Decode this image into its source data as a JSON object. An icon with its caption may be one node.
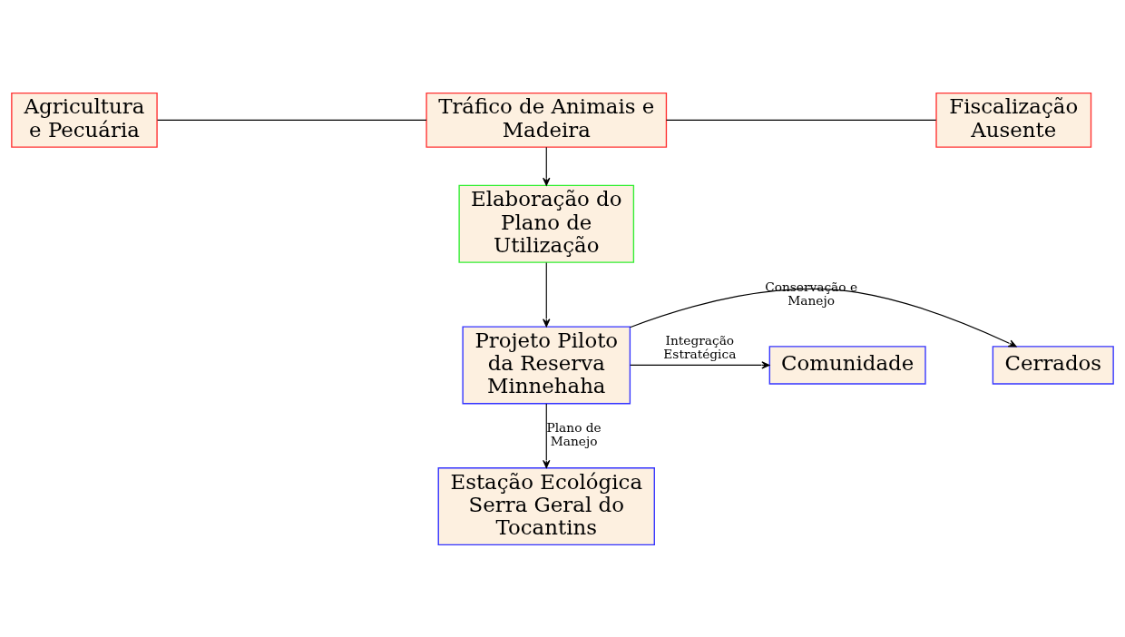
{
  "diagram": {
    "nodes": [
      {
        "text": [
          "Agricultura e Pecuária"
        ]
      },
      {
        "text": [
          "Tráfico de Animais e Madeira"
        ]
      },
      {
        "text": [
          "Fiscalização Ausente"
        ]
      },
      {
        "text": [
          "Elaboração do Plano de Utilização"
        ]
      },
      {
        "text": [
          "Cerrados"
        ]
      },
      {
        "text": [
          "Projeto Piloto da Reserva Minnehaha"
        ]
      },
      {
        "text": [
          "Comunidade"
        ]
      },
      {
        "text": [
          "Estação Ecológica Serra Geral do Tocantins"
        ]
      }
    ],
    "edges": [
      {
        "from": 0,
        "to": 1,
        "arrow": "none"
      },
      {
        "from": 1,
        "to": 2,
        "arrow": "none"
      },
      {
        "from": 1,
        "to": 3,
        "arrow": "to"
      },
      {
        "from": 3,
        "to": 5,
        "arrow": "to"
      },
      {
        "from": 5,
        "to": 4,
        "arrow": "to",
        "label": "Conservação e Manejo"
      },
      {
        "from": 5,
        "to": 6,
        "arrow": "to",
        "label": "Integração Estratégica"
      },
      {
        "from": 5,
        "to": 7,
        "arrow": "to",
        "label": "Plano de Manejo"
      }
    ]
  }
}
